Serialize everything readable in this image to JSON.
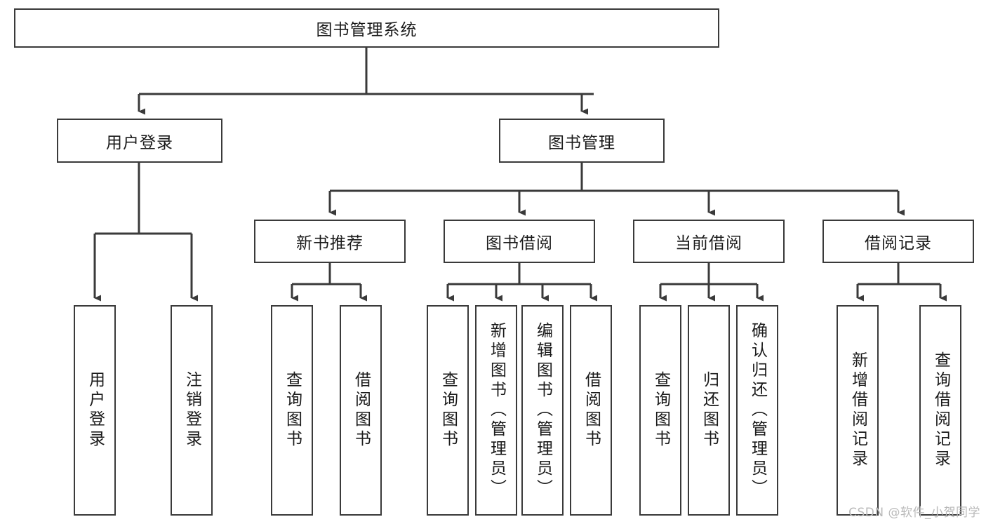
{
  "diagram": {
    "type": "tree-hierarchy",
    "title": "图书管理系统",
    "watermark": "CSDN @软件_小贺同学",
    "colors": {
      "stroke": "#3a3a3a",
      "fill": "#ffffff",
      "text": "#1a1a1a",
      "watermark": "#b9b9b9"
    },
    "levels": [
      {
        "level": 1,
        "nodes": [
          {
            "id": "root",
            "label": "图书管理系统",
            "orientation": "horizontal"
          }
        ]
      },
      {
        "level": 2,
        "nodes": [
          {
            "id": "login",
            "label": "用户登录",
            "orientation": "horizontal",
            "parent": "root"
          },
          {
            "id": "bookmgmt",
            "label": "图书管理",
            "orientation": "horizontal",
            "parent": "root"
          }
        ]
      },
      {
        "level": 3,
        "nodes": [
          {
            "id": "newbook",
            "label": "新书推荐",
            "orientation": "horizontal",
            "parent": "bookmgmt"
          },
          {
            "id": "borrow",
            "label": "图书借阅",
            "orientation": "horizontal",
            "parent": "bookmgmt"
          },
          {
            "id": "current",
            "label": "当前借阅",
            "orientation": "horizontal",
            "parent": "bookmgmt"
          },
          {
            "id": "records",
            "label": "借阅记录",
            "orientation": "horizontal",
            "parent": "bookmgmt"
          }
        ]
      },
      {
        "level": 4,
        "nodes": [
          {
            "id": "leaf-user-login",
            "label": "用户登录",
            "orientation": "vertical",
            "parent": "login"
          },
          {
            "id": "leaf-user-logout",
            "label": "注销登录",
            "orientation": "vertical",
            "parent": "login"
          },
          {
            "id": "leaf-newbook-query",
            "label": "查询图书",
            "orientation": "vertical",
            "parent": "newbook"
          },
          {
            "id": "leaf-newbook-borrow",
            "label": "借阅图书",
            "orientation": "vertical",
            "parent": "newbook"
          },
          {
            "id": "leaf-borrow-query",
            "label": "查询图书",
            "orientation": "vertical",
            "parent": "borrow"
          },
          {
            "id": "leaf-borrow-add",
            "label": "新增图书（管理员）",
            "orientation": "vertical",
            "parent": "borrow"
          },
          {
            "id": "leaf-borrow-edit",
            "label": "编辑图书（管理员）",
            "orientation": "vertical",
            "parent": "borrow"
          },
          {
            "id": "leaf-borrow-borrow",
            "label": "借阅图书",
            "orientation": "vertical",
            "parent": "borrow"
          },
          {
            "id": "leaf-current-query",
            "label": "查询图书",
            "orientation": "vertical",
            "parent": "current"
          },
          {
            "id": "leaf-current-return",
            "label": "归还图书",
            "orientation": "vertical",
            "parent": "current"
          },
          {
            "id": "leaf-current-confirm",
            "label": "确认归还（管理员）",
            "orientation": "vertical",
            "parent": "current"
          },
          {
            "id": "leaf-records-add",
            "label": "新增借阅记录",
            "orientation": "vertical",
            "parent": "records"
          },
          {
            "id": "leaf-records-query",
            "label": "查询借阅记录",
            "orientation": "vertical",
            "parent": "records"
          }
        ]
      }
    ]
  }
}
